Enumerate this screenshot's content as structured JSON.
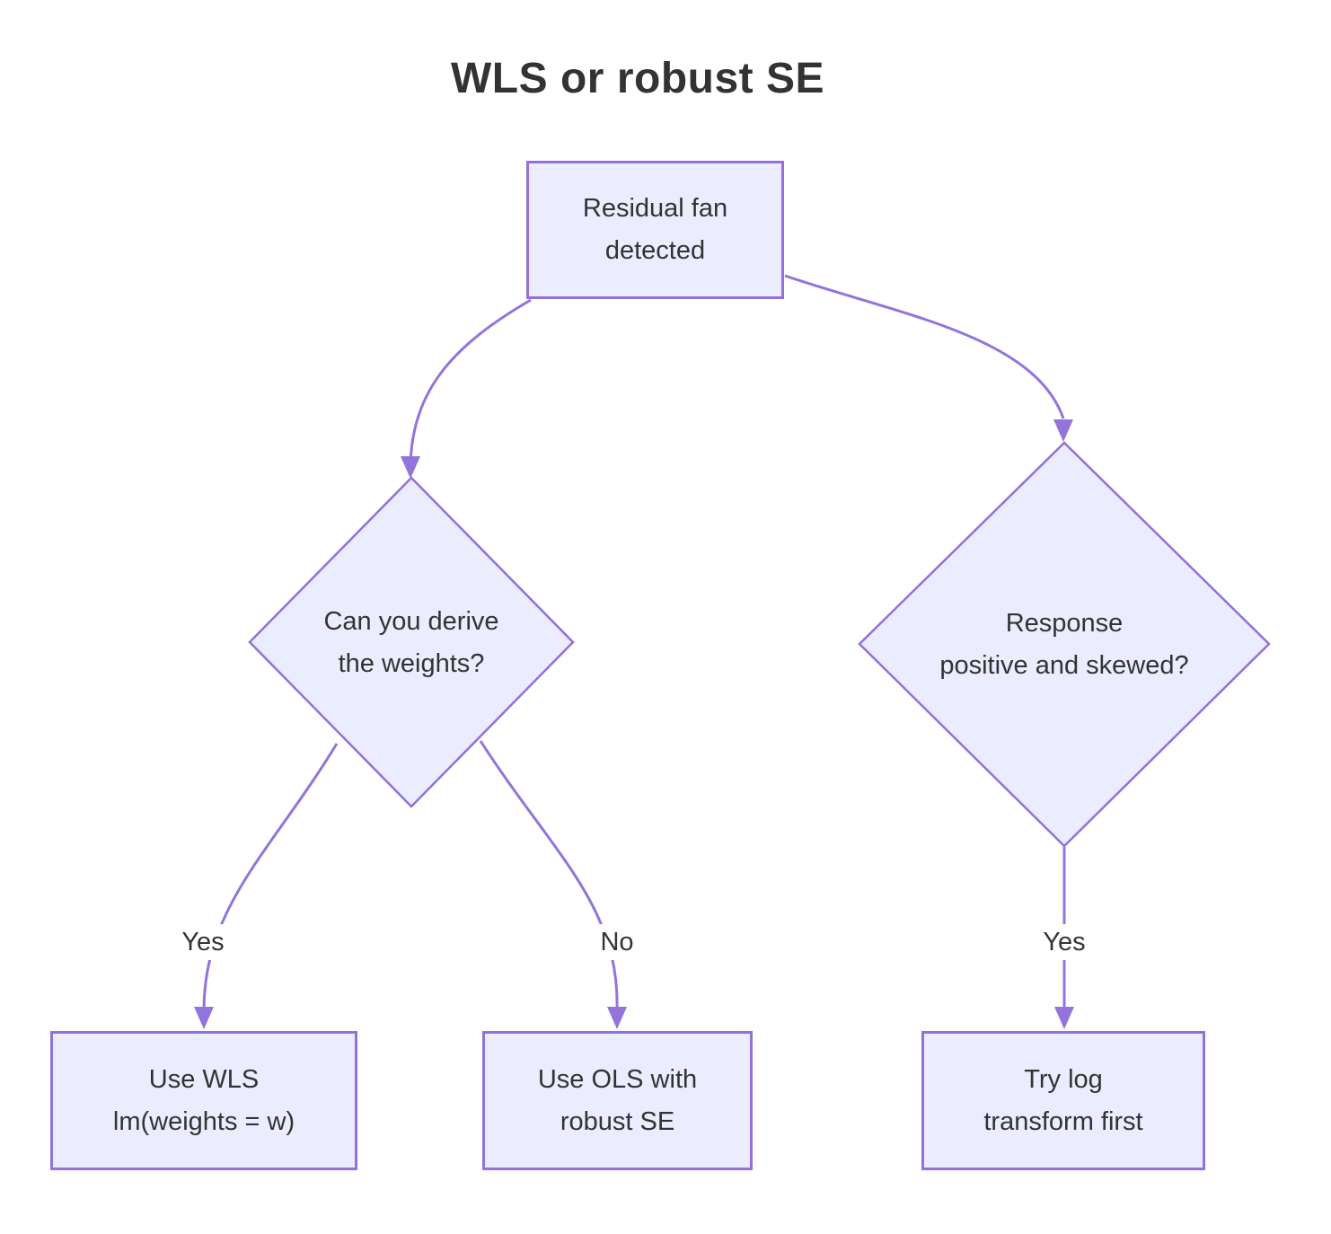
{
  "title": "WLS or robust SE",
  "diagram_type": "flowchart-top-down",
  "colors": {
    "background": "#FFFFFF",
    "node_fill": "#ECECFF",
    "node_border": "#9370DB",
    "edge_line": "#9373DC",
    "arrowhead_fill": "#9373DC",
    "text": "#333333"
  },
  "nodes": [
    {
      "id": "residual-fan",
      "shape": "rectangle",
      "lines": [
        "Residual fan",
        "detected"
      ]
    },
    {
      "id": "derive-weights",
      "shape": "diamond",
      "lines": [
        "Can you derive",
        "the weights?"
      ]
    },
    {
      "id": "response-skewed",
      "shape": "diamond",
      "lines": [
        "Response",
        "positive and skewed?"
      ]
    },
    {
      "id": "use-wls",
      "shape": "rectangle",
      "lines": [
        "Use WLS",
        "lm(weights = w)"
      ]
    },
    {
      "id": "use-ols-robust",
      "shape": "rectangle",
      "lines": [
        "Use OLS with",
        "robust SE"
      ]
    },
    {
      "id": "try-log",
      "shape": "rectangle",
      "lines": [
        "Try log",
        "transform first"
      ]
    }
  ],
  "edges": [
    {
      "from": "residual-fan",
      "to": "derive-weights",
      "label": ""
    },
    {
      "from": "residual-fan",
      "to": "response-skewed",
      "label": ""
    },
    {
      "from": "derive-weights",
      "to": "use-wls",
      "label": "Yes"
    },
    {
      "from": "derive-weights",
      "to": "use-ols-robust",
      "label": "No"
    },
    {
      "from": "response-skewed",
      "to": "try-log",
      "label": "Yes"
    }
  ]
}
